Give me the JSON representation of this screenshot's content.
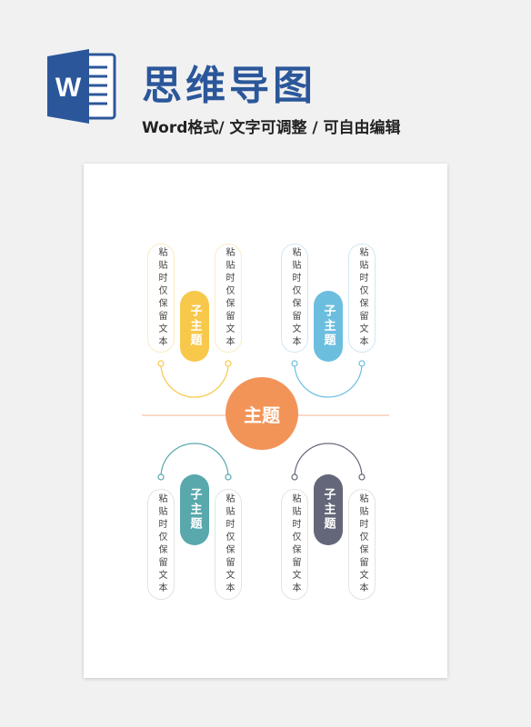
{
  "header": {
    "title": "思维导图",
    "subtitle": "Word格式/ 文字可调整 / 可自由编辑",
    "logo_letter": "W"
  },
  "mindmap": {
    "central_topic": "主题",
    "central_color": "#f29458",
    "branches": [
      {
        "label": "子主题",
        "color": "#f7c84a",
        "left_text": "粘贴时仅保留文本",
        "right_text": "粘贴时仅保留文本"
      },
      {
        "label": "子主题",
        "color": "#6cbedf",
        "left_text": "粘贴时仅保留文本",
        "right_text": "粘贴时仅保留文本"
      },
      {
        "label": "子主题",
        "color": "#58a8ac",
        "left_text": "粘贴时仅保留文本",
        "right_text": "粘贴时仅保留文本"
      },
      {
        "label": "子主题",
        "color": "#636779",
        "left_text": "粘贴时仅保留文本",
        "right_text": "粘贴时仅保留文本"
      }
    ]
  }
}
